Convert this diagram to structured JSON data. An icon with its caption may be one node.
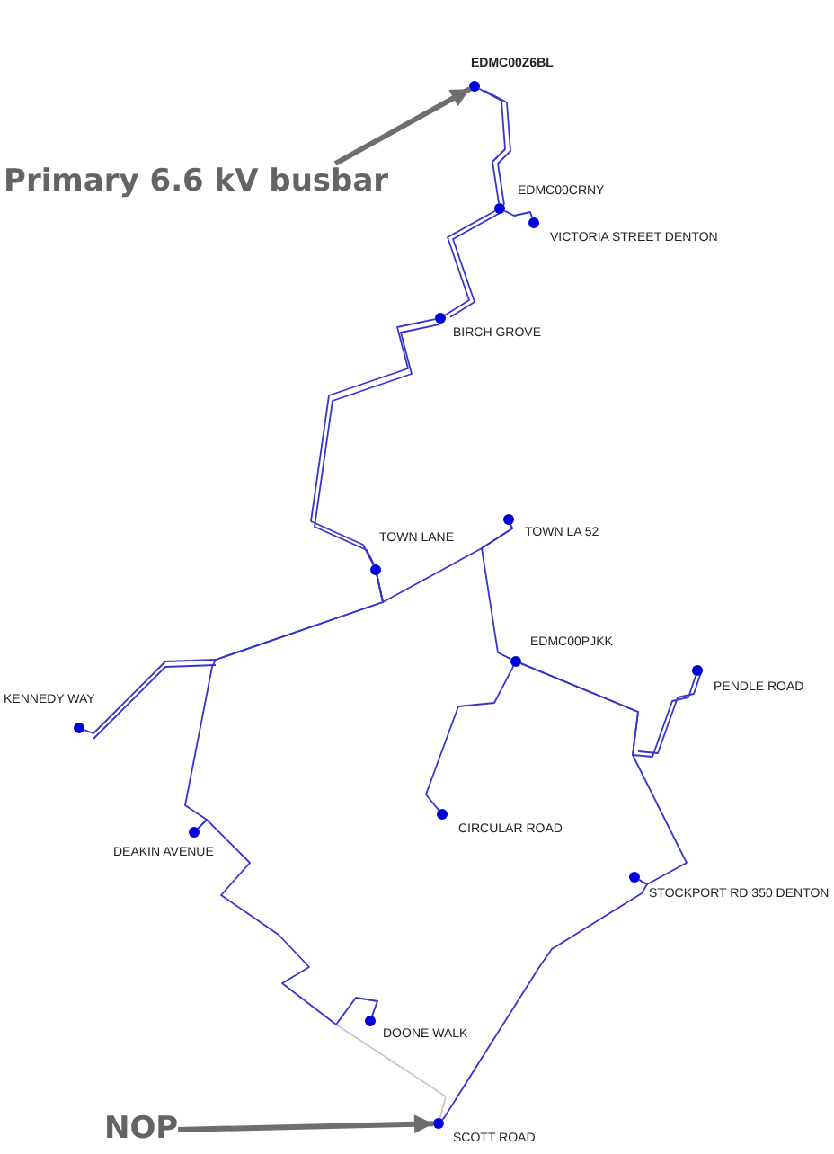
{
  "diagram": {
    "nodes": [
      {
        "text": [],
        "shape": "circle",
        "beside": [
          "EDMC00Z6BL"
        ]
      },
      {
        "text": [
          "Primary 6.6 kV busbar"
        ]
      },
      {
        "text": [],
        "shape": "circle",
        "beside": [
          "EDMC00CRNY"
        ]
      },
      {
        "text": [],
        "shape": "circle",
        "beside": [
          "VICTORIA STREET DENTON"
        ]
      },
      {
        "text": [],
        "shape": "circle",
        "beside": [
          "BIRCH GROVE"
        ]
      },
      {
        "text": [],
        "shape": "circle",
        "beside": [
          "TOWN LANE"
        ]
      },
      {
        "text": [],
        "shape": "circle",
        "beside": [
          "TOWN LA 52"
        ]
      },
      {
        "text": [],
        "shape": "circle",
        "beside": [
          "EDMC00PJKK"
        ]
      },
      {
        "text": [],
        "shape": "circle",
        "beside": [
          "PENDLE ROAD"
        ]
      },
      {
        "text": [],
        "shape": "circle",
        "beside": [
          "KENNEDY WAY"
        ]
      },
      {
        "text": [],
        "shape": "circle",
        "beside": [
          "CIRCULAR ROAD"
        ]
      },
      {
        "text": [],
        "shape": "circle",
        "beside": [
          "DEAKIN AVENUE"
        ]
      },
      {
        "text": [],
        "shape": "circle",
        "beside": [
          "STOCKPORT RD 350 DENTON"
        ]
      },
      {
        "text": [],
        "shape": "circle",
        "beside": [
          "DOONE WALK"
        ]
      },
      {
        "text": [],
        "shape": "circle",
        "beside": [
          "SCOTT ROAD"
        ]
      },
      {
        "text": [
          "NOP"
        ]
      }
    ],
    "edges": [
      {
        "from": 0,
        "to": 2,
        "arrow": "none"
      },
      {
        "from": 2,
        "to": 3,
        "arrow": "none"
      },
      {
        "from": 2,
        "to": 4,
        "arrow": "none"
      },
      {
        "from": 4,
        "to": 5,
        "arrow": "none"
      },
      {
        "from": 5,
        "to": 6,
        "arrow": "none"
      },
      {
        "from": 6,
        "to": 7,
        "arrow": "none"
      },
      {
        "from": 5,
        "to": 9,
        "arrow": "none"
      },
      {
        "from": 5,
        "to": 11,
        "arrow": "none"
      },
      {
        "from": 11,
        "to": 13,
        "arrow": "none"
      },
      {
        "from": 13,
        "to": 14,
        "arrow": "none",
        "color": "#c8c8c8"
      },
      {
        "from": 7,
        "to": 10,
        "arrow": "none"
      },
      {
        "from": 7,
        "to": 8,
        "arrow": "none"
      },
      {
        "from": 7,
        "to": 12,
        "arrow": "none"
      },
      {
        "from": 12,
        "to": 14,
        "arrow": "none"
      },
      {
        "from": 1,
        "to": 0,
        "arrow": "to",
        "style": "thick",
        "color": "#6e6e6e"
      },
      {
        "from": 15,
        "to": 14,
        "arrow": "to",
        "style": "thick",
        "color": "#6e6e6e"
      }
    ]
  }
}
